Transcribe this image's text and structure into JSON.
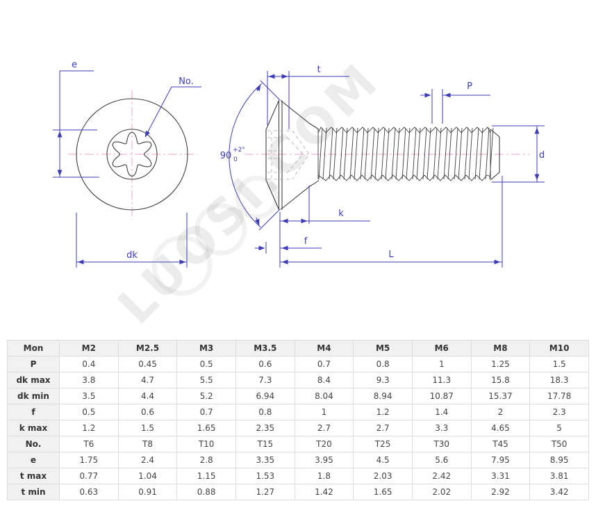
{
  "drawing": {
    "watermark": "LUOSI.COM",
    "labels": {
      "e": "e",
      "no": "No.",
      "dk": "dk",
      "t": "t",
      "p": "P",
      "d": "d",
      "k": "k",
      "f": "f",
      "l": "L",
      "angle": "90",
      "angle_plus": "+2°",
      "angle_zero": "0"
    },
    "colors": {
      "dimension": "#3b3bbb",
      "outline": "#3d3d3d",
      "centerline": "#f0a2cd",
      "hidden": "#b9b9b9",
      "table_border": "#dddddd",
      "table_header_bg": "#f1f1f1"
    }
  },
  "table": {
    "columns": [
      "Mon",
      "M2",
      "M2.5",
      "M3",
      "M3.5",
      "M4",
      "M5",
      "M6",
      "M8",
      "M10"
    ],
    "rows": [
      {
        "label": "P",
        "values": [
          "0.4",
          "0.45",
          "0.5",
          "0.6",
          "0.7",
          "0.8",
          "1",
          "1.25",
          "1.5"
        ]
      },
      {
        "label": "dk max",
        "values": [
          "3.8",
          "4.7",
          "5.5",
          "7.3",
          "8.4",
          "9.3",
          "11.3",
          "15.8",
          "18.3"
        ]
      },
      {
        "label": "dk min",
        "values": [
          "3.5",
          "4.4",
          "5.2",
          "6.94",
          "8.04",
          "8.94",
          "10.87",
          "15.37",
          "17.78"
        ]
      },
      {
        "label": "f",
        "values": [
          "0.5",
          "0.6",
          "0.7",
          "0.8",
          "1",
          "1.2",
          "1.4",
          "2",
          "2.3"
        ]
      },
      {
        "label": "k max",
        "values": [
          "1.2",
          "1.5",
          "1.65",
          "2.35",
          "2.7",
          "2.7",
          "3.3",
          "4.65",
          "5"
        ]
      },
      {
        "label": "No.",
        "values": [
          "T6",
          "T8",
          "T10",
          "T15",
          "T20",
          "T25",
          "T30",
          "T45",
          "T50"
        ]
      },
      {
        "label": "e",
        "values": [
          "1.75",
          "2.4",
          "2.8",
          "3.35",
          "3.95",
          "4.5",
          "5.6",
          "7.95",
          "8.95"
        ]
      },
      {
        "label": "t max",
        "values": [
          "0.77",
          "1.04",
          "1.15",
          "1.53",
          "1.8",
          "2.03",
          "2.42",
          "3.31",
          "3.81"
        ]
      },
      {
        "label": "t min",
        "values": [
          "0.63",
          "0.91",
          "0.88",
          "1.27",
          "1.42",
          "1.65",
          "2.02",
          "2.92",
          "3.42"
        ]
      }
    ]
  }
}
